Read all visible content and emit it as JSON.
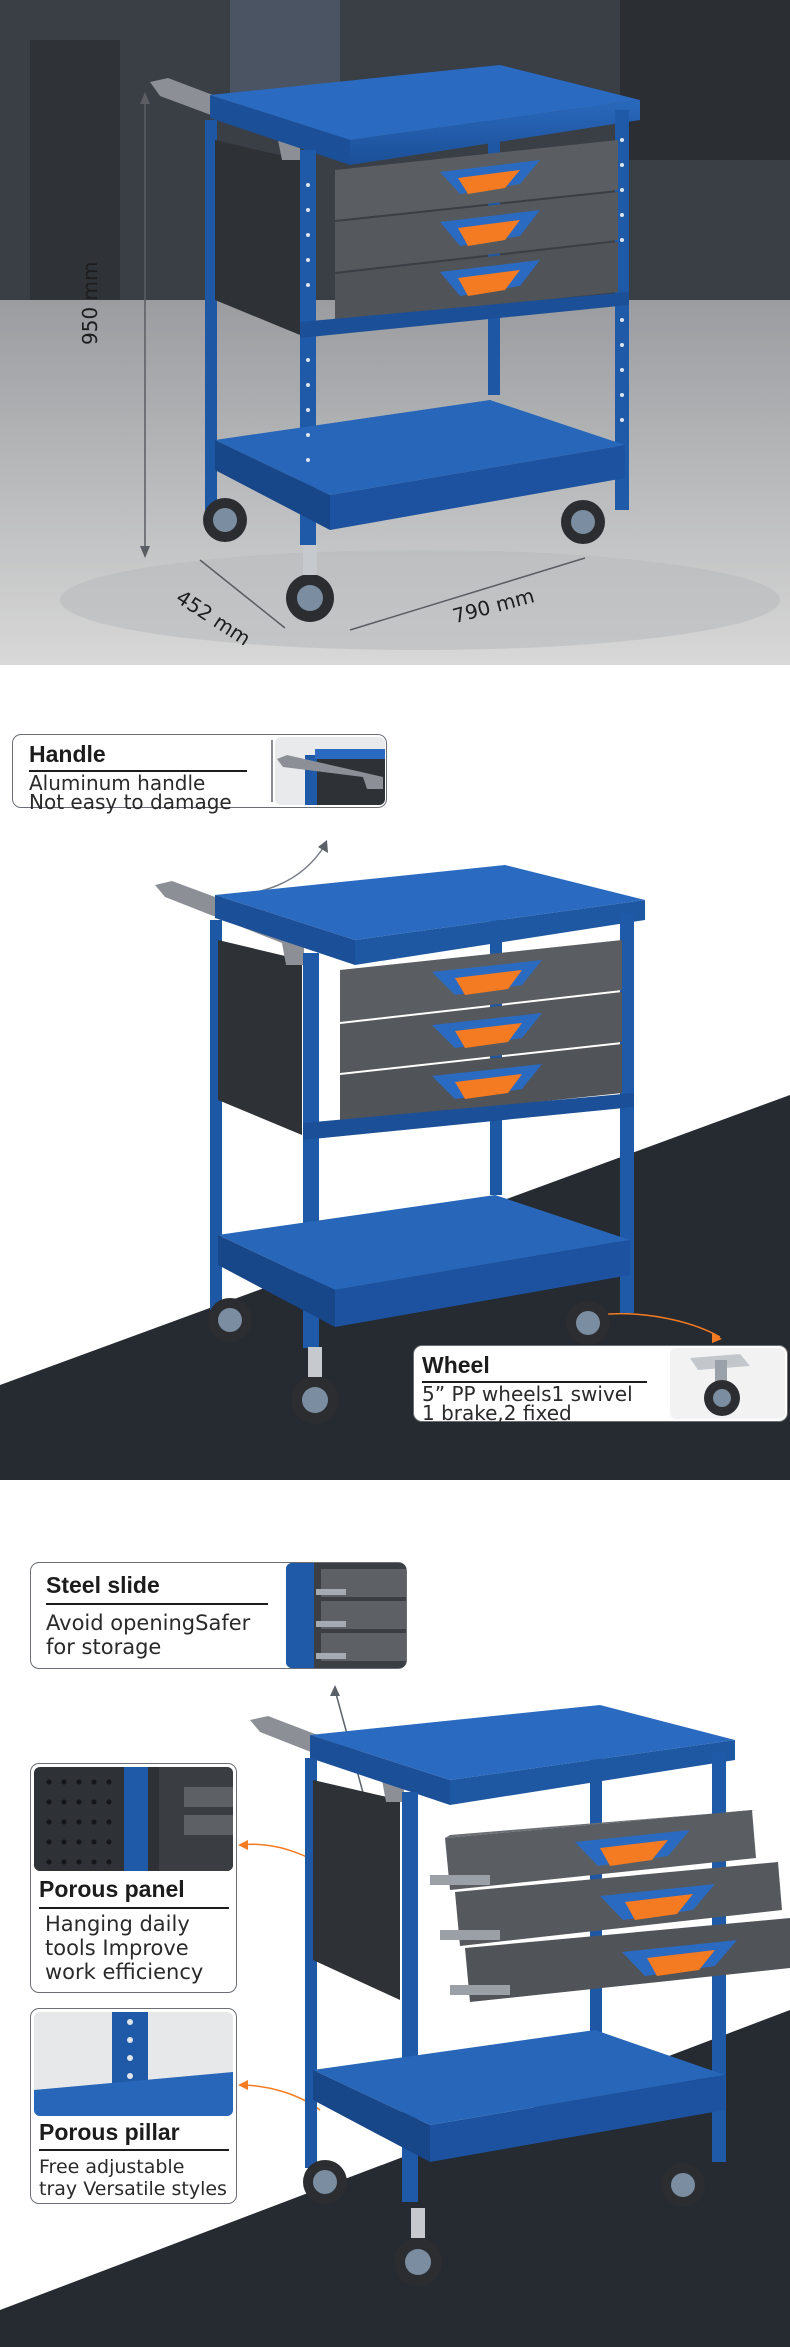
{
  "dimensions": {
    "height": "950 mm",
    "depth": "452 mm",
    "width": "790 mm"
  },
  "features": {
    "handle": {
      "title": "Handle",
      "line1": "Aluminum handle",
      "line2": "Not easy to damage"
    },
    "wheel": {
      "title": "Wheel",
      "line1": "5”  PP wheels1 swivel",
      "line2": "1 brake,2 fixed"
    },
    "steel_slide": {
      "title": "Steel slide",
      "line1": "Avoid openingSafer",
      "line2": "for storage"
    },
    "porous_panel": {
      "title": "Porous panel",
      "line1": "Hanging daily",
      "line2": "tools Improve",
      "line3": "work efficiency"
    },
    "porous_pillar": {
      "title": "Porous pillar",
      "line1": "Free adjustable",
      "line2": "tray Versatile styles"
    }
  },
  "colors": {
    "cart_blue": "#1f5aa8",
    "drawer_gray": "#55585d",
    "handle_orange": "#f57b22",
    "dark_floor": "#262a31"
  }
}
